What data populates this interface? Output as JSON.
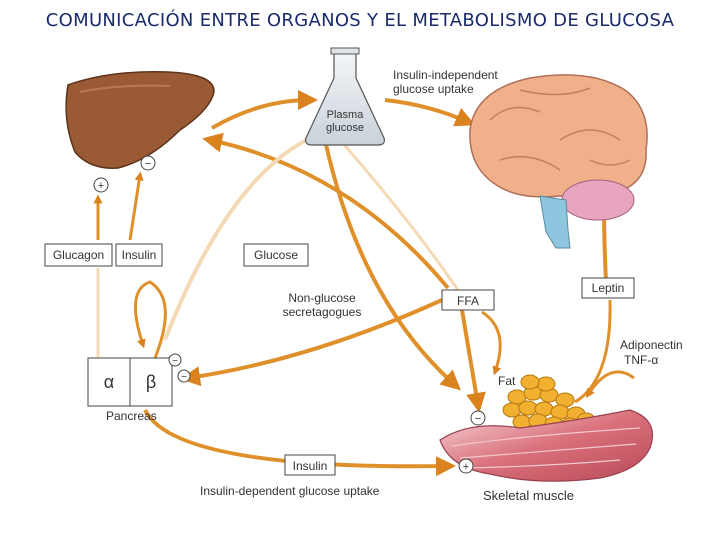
{
  "title": "COMUNICACIÓN ENTRE ORGANOS Y EL METABOLISMO DE GLUCOSA",
  "labels": {
    "plasma_line1": "Plasma",
    "plasma_line2": "glucose",
    "insulin_independent_line1": "Insulin-independent",
    "insulin_independent_line2": "glucose uptake",
    "glucagon": "Glucagon",
    "insulin_top": "Insulin",
    "glucose": "Glucose",
    "non_glucose_line1": "Non-glucose",
    "non_glucose_line2": "secretagogues",
    "ffa": "FFA",
    "leptin": "Leptin",
    "adiponectin": "Adiponectin",
    "tnf": "TNF-α",
    "alpha": "α",
    "beta": "β",
    "pancreas": "Pancreas",
    "fat": "Fat",
    "insulin_bottom": "Insulin",
    "insulin_dependent": "Insulin-dependent glucose uptake",
    "skeletal_muscle": "Skeletal muscle"
  },
  "signs": {
    "plus": "+",
    "minus": "−"
  },
  "colors": {
    "title": "#1a2a6c",
    "liver": "#9a5a35",
    "arrow": "#e0902a",
    "arrow_pale": "#f3d9b4",
    "brain": "#f0b08a",
    "fat": "#f2b030",
    "muscle": "#d9707a"
  }
}
